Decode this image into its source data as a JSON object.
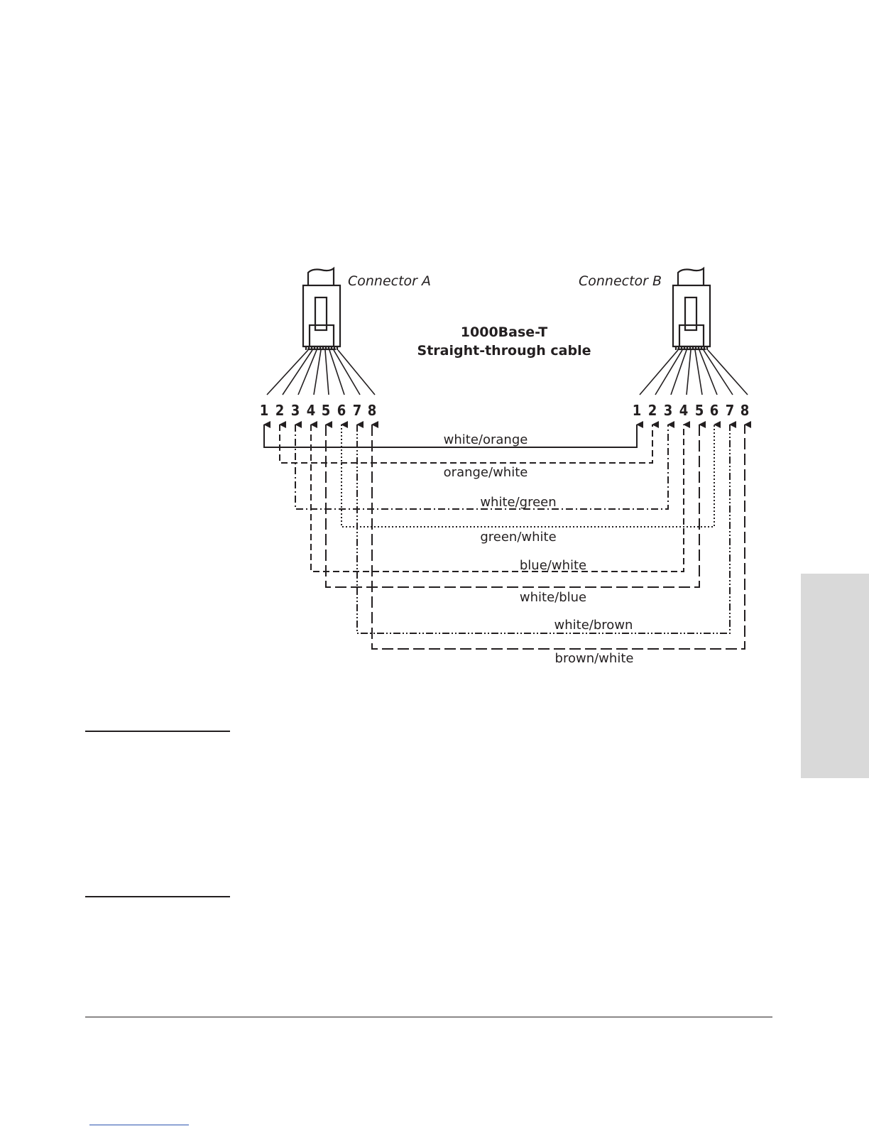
{
  "diagram": {
    "connector_a_label": "Connector A",
    "connector_b_label": "Connector B",
    "title_line1": "1000Base-T",
    "title_line2": "Straight-through cable",
    "pins_a": [
      "1",
      "2",
      "3",
      "4",
      "5",
      "6",
      "7",
      "8"
    ],
    "pins_b": [
      "1",
      "2",
      "3",
      "4",
      "5",
      "6",
      "7",
      "8"
    ],
    "wires": [
      {
        "pin_a": 1,
        "pin_b": 1,
        "label": "white/orange",
        "style": "solid"
      },
      {
        "pin_a": 2,
        "pin_b": 2,
        "label": "orange/white",
        "style": "dashed"
      },
      {
        "pin_a": 3,
        "pin_b": 3,
        "label": "white/green",
        "style": "dash-dot"
      },
      {
        "pin_a": 6,
        "pin_b": 6,
        "label": "green/white",
        "style": "dotted"
      },
      {
        "pin_a": 4,
        "pin_b": 4,
        "label": "blue/white",
        "style": "dashed"
      },
      {
        "pin_a": 5,
        "pin_b": 5,
        "label": "white/blue",
        "style": "long-dashed"
      },
      {
        "pin_a": 7,
        "pin_b": 7,
        "label": "white/brown",
        "style": "dash-dot-dot"
      },
      {
        "pin_a": 8,
        "pin_b": 8,
        "label": "brown/white",
        "style": "long-dashed"
      }
    ]
  },
  "colors": {
    "ink": "#231f20",
    "side_tab": "#d9d9d9"
  }
}
